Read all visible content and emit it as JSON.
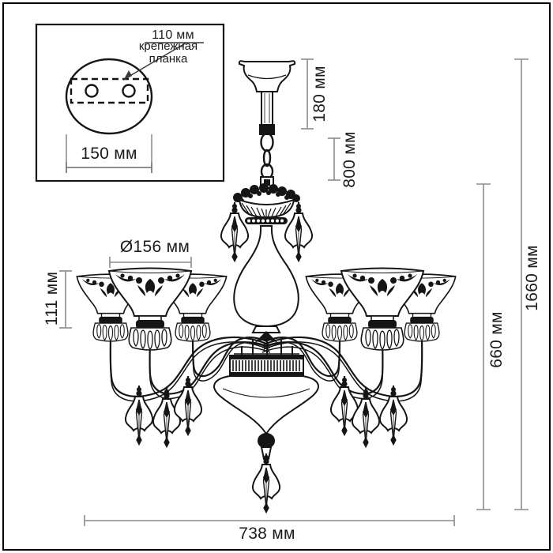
{
  "inset_detail": {
    "bracket_width_label": "110 мм",
    "bracket_name_line1": "крепежная",
    "bracket_name_line2": "планка",
    "plate_diameter_label": "150 мм"
  },
  "dimensions": {
    "canopy_height": "180 мм",
    "chain_length": "800 мм",
    "total_height": "1660 мм",
    "body_height": "660 мм",
    "shade_diameter": "Ø156 мм",
    "shade_height": "111 мм",
    "total_width": "738 мм"
  },
  "colors": {
    "line_art": "#151515",
    "dimension_line": "#8b8b8b",
    "text": "#1c1c1c",
    "frame": "#000000"
  }
}
